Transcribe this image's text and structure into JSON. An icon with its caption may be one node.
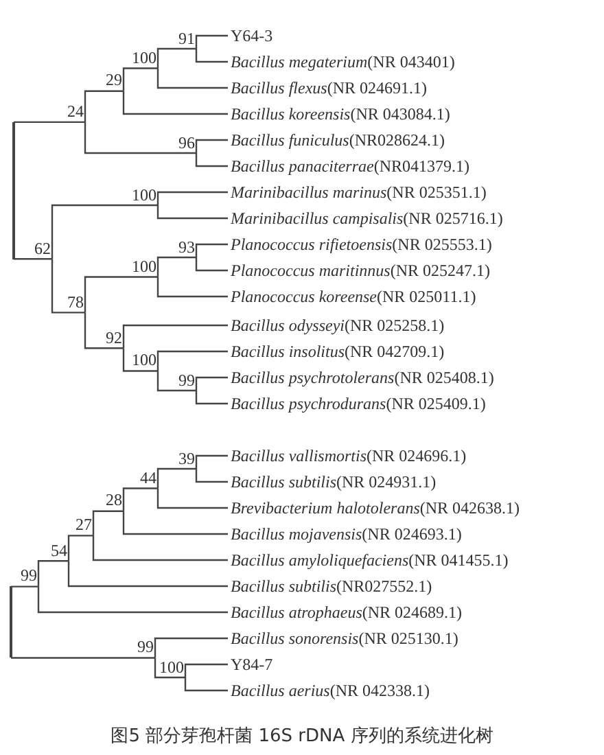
{
  "diagram": {
    "caption": "图5 部分芽孢杆菌 16S rDNA 序列的系统进化树",
    "nodes": [
      {
        "text": [],
        "shape": "line"
      },
      {
        "text": [
          "24"
        ]
      },
      {
        "text": [
          "29"
        ]
      },
      {
        "text": [
          "100"
        ]
      },
      {
        "text": [
          "91"
        ]
      },
      {
        "text": [
          "Y64-3"
        ]
      },
      {
        "text": [
          "*Bacillus megaterium*(NR 043401)"
        ]
      },
      {
        "text": [
          "*Bacillus flexus*(NR 024691.1)"
        ]
      },
      {
        "text": [
          "*Bacillus koreensis*(NR 043084.1)"
        ]
      },
      {
        "text": [
          "96"
        ]
      },
      {
        "text": [
          "*Bacillus funiculus*(NR028624.1)"
        ]
      },
      {
        "text": [
          "*Bacillus panaciterrae*(NR041379.1)"
        ]
      },
      {
        "text": [
          "62"
        ]
      },
      {
        "text": [
          "100"
        ]
      },
      {
        "text": [
          "*Marinibacillus marinus*(NR 025351.1)"
        ]
      },
      {
        "text": [
          "*Marinibacillus campisalis*(NR 025716.1)"
        ]
      },
      {
        "text": [
          "78"
        ]
      },
      {
        "text": [
          "100"
        ]
      },
      {
        "text": [
          "93"
        ]
      },
      {
        "text": [
          "*Planococcus rifietoensis*(NR 025553.1)"
        ]
      },
      {
        "text": [
          "*Planococcus maritinnus*(NR 025247.1)"
        ]
      },
      {
        "text": [
          "*Planococcus koreense*(NR 025011.1)"
        ]
      },
      {
        "text": [
          "92"
        ]
      },
      {
        "text": [
          "*Bacillus odysseyi*(NR 025258.1)"
        ]
      },
      {
        "text": [
          "100"
        ]
      },
      {
        "text": [
          "*Bacillus insolitus*(NR 042709.1)"
        ]
      },
      {
        "text": [
          "99"
        ]
      },
      {
        "text": [
          "*Bacillus psychrotolerans*(NR 025408.1)"
        ]
      },
      {
        "text": [
          "*Bacillus psychrodurans*(NR 025409.1)"
        ]
      },
      {
        "text": [],
        "shape": "line"
      },
      {
        "text": [
          "99"
        ]
      },
      {
        "text": [
          "54"
        ]
      },
      {
        "text": [
          "27"
        ]
      },
      {
        "text": [
          "28"
        ]
      },
      {
        "text": [
          "44"
        ]
      },
      {
        "text": [
          "39"
        ]
      },
      {
        "text": [
          "*Bacillus vallismortis*(NR 024696.1)"
        ]
      },
      {
        "text": [
          "*Bacillus subtilis*(NR 024931.1)"
        ]
      },
      {
        "text": [
          "*Brevibacterium halotolerans*(NR 042638.1)"
        ]
      },
      {
        "text": [
          "*Bacillus mojavensis*(NR 024693.1)"
        ]
      },
      {
        "text": [
          "*Bacillus amyloliquefaciens*(NR 041455.1)"
        ]
      },
      {
        "text": [
          "*Bacillus subtilis*(NR027552.1)"
        ]
      },
      {
        "text": [
          "*Bacillus atrophaeus*(NR 024689.1)"
        ]
      },
      {
        "text": [
          "99"
        ]
      },
      {
        "text": [
          "*Bacillus sonorensis*(NR 025130.1)"
        ]
      },
      {
        "text": [
          "100"
        ]
      },
      {
        "text": [
          "Y84-7"
        ]
      },
      {
        "text": [
          "*Bacillus aerius*(NR 042338.1)"
        ]
      }
    ],
    "edges": [
      {
        "from": 0,
        "to": 1,
        "arrow": "none"
      },
      {
        "from": 0,
        "to": 12,
        "arrow": "none"
      },
      {
        "from": 1,
        "to": 2,
        "arrow": "none"
      },
      {
        "from": 1,
        "to": 9,
        "arrow": "none"
      },
      {
        "from": 2,
        "to": 3,
        "arrow": "none"
      },
      {
        "from": 2,
        "to": 8,
        "arrow": "none"
      },
      {
        "from": 3,
        "to": 4,
        "arrow": "none"
      },
      {
        "from": 3,
        "to": 7,
        "arrow": "none"
      },
      {
        "from": 4,
        "to": 5,
        "arrow": "none"
      },
      {
        "from": 4,
        "to": 6,
        "arrow": "none"
      },
      {
        "from": 9,
        "to": 10,
        "arrow": "none"
      },
      {
        "from": 9,
        "to": 11,
        "arrow": "none"
      },
      {
        "from": 12,
        "to": 13,
        "arrow": "none"
      },
      {
        "from": 12,
        "to": 16,
        "arrow": "none"
      },
      {
        "from": 13,
        "to": 14,
        "arrow": "none"
      },
      {
        "from": 13,
        "to": 15,
        "arrow": "none"
      },
      {
        "from": 16,
        "to": 17,
        "arrow": "none"
      },
      {
        "from": 16,
        "to": 22,
        "arrow": "none"
      },
      {
        "from": 17,
        "to": 18,
        "arrow": "none"
      },
      {
        "from": 17,
        "to": 21,
        "arrow": "none"
      },
      {
        "from": 18,
        "to": 19,
        "arrow": "none"
      },
      {
        "from": 18,
        "to": 20,
        "arrow": "none"
      },
      {
        "from": 22,
        "to": 23,
        "arrow": "none"
      },
      {
        "from": 22,
        "to": 24,
        "arrow": "none"
      },
      {
        "from": 24,
        "to": 25,
        "arrow": "none"
      },
      {
        "from": 24,
        "to": 26,
        "arrow": "none"
      },
      {
        "from": 26,
        "to": 27,
        "arrow": "none"
      },
      {
        "from": 26,
        "to": 28,
        "arrow": "none"
      },
      {
        "from": 29,
        "to": 30,
        "arrow": "none"
      },
      {
        "from": 29,
        "to": 43,
        "arrow": "none"
      },
      {
        "from": 30,
        "to": 31,
        "arrow": "none"
      },
      {
        "from": 30,
        "to": 42,
        "arrow": "none"
      },
      {
        "from": 31,
        "to": 32,
        "arrow": "none"
      },
      {
        "from": 31,
        "to": 41,
        "arrow": "none"
      },
      {
        "from": 32,
        "to": 33,
        "arrow": "none"
      },
      {
        "from": 32,
        "to": 40,
        "arrow": "none"
      },
      {
        "from": 33,
        "to": 34,
        "arrow": "none"
      },
      {
        "from": 33,
        "to": 39,
        "arrow": "none"
      },
      {
        "from": 34,
        "to": 35,
        "arrow": "none"
      },
      {
        "from": 34,
        "to": 38,
        "arrow": "none"
      },
      {
        "from": 35,
        "to": 36,
        "arrow": "none"
      },
      {
        "from": 35,
        "to": 37,
        "arrow": "none"
      },
      {
        "from": 43,
        "to": 44,
        "arrow": "none"
      },
      {
        "from": 43,
        "to": 45,
        "arrow": "none"
      },
      {
        "from": 45,
        "to": 46,
        "arrow": "none"
      },
      {
        "from": 45,
        "to": 47,
        "arrow": "none"
      }
    ]
  }
}
